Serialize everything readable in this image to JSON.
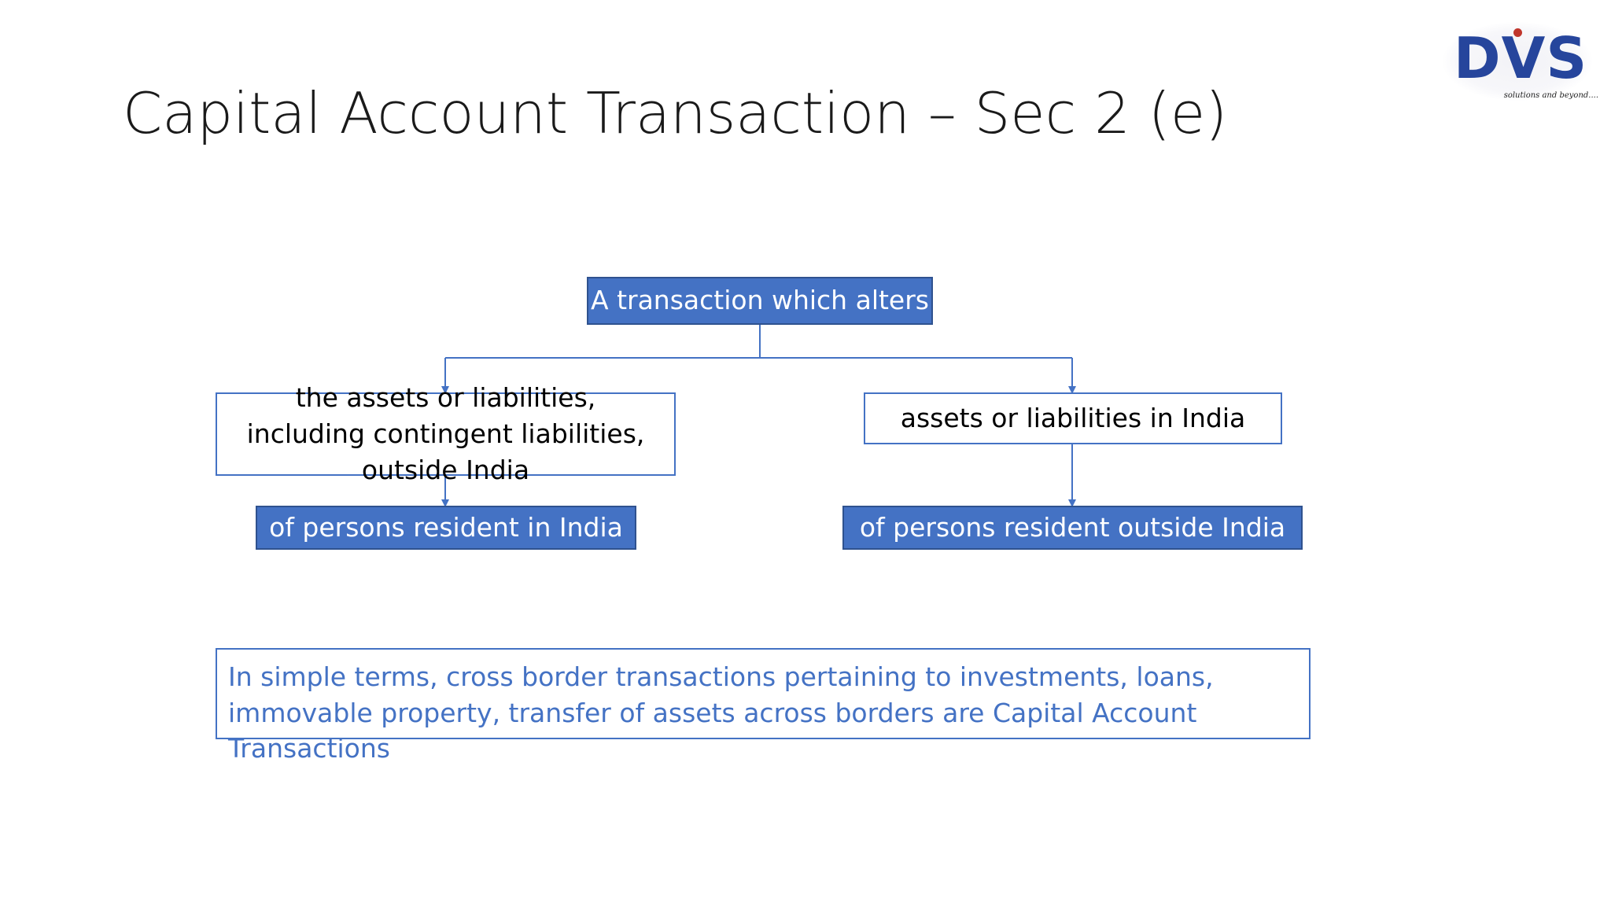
{
  "slide": {
    "title": "Capital Account Transaction – Sec 2 (e)"
  },
  "logo": {
    "text": "DVS",
    "tagline": "solutions and beyond...."
  },
  "diagram": {
    "root": "A transaction which alters",
    "left_branch": "the assets or liabilities, including contingent liabilities, outside India",
    "left_leaf": "of persons resident in India",
    "right_branch": "assets or liabilities in India",
    "right_leaf": "of persons resident outside India"
  },
  "note": {
    "text": "In simple terms, cross border transactions pertaining to investments, loans, immovable property, transfer of assets across borders are Capital Account Transactions"
  },
  "colors": {
    "accent": "#4472c4",
    "accent_border": "#2f528f",
    "title_text": "#1a1a1a",
    "logo_blue": "#26459c",
    "logo_red": "#c0362c"
  }
}
